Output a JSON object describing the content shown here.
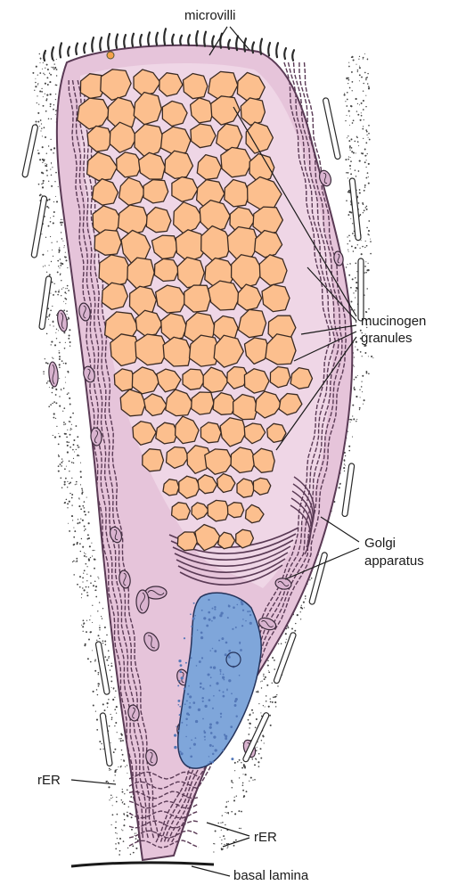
{
  "labels": {
    "microvilli": "microvilli",
    "mucinogen_line1": "mucinogen",
    "mucinogen_line2": "granules",
    "golgi_line1": "Golgi",
    "golgi_line2": "apparatus",
    "rer_left": "rER",
    "rer_bottom": "rER",
    "basal_lamina": "basal lamina"
  },
  "colors": {
    "granule_fill": "#FCBF8E",
    "granule_stroke": "#3a2a22",
    "cytoplasm": "#E6C4DA",
    "cytoplasm_light": "#EFD6E6",
    "membrane": "#5a3a55",
    "nucleus": "#7FA6DA",
    "nucleus_dark": "#5478B8",
    "ink": "#1a1a1a"
  },
  "icons": {
    "granule": "mucinogen-granule-icon",
    "mitochondrion": "mitochondrion-icon",
    "nucleus": "nucleus-icon"
  }
}
